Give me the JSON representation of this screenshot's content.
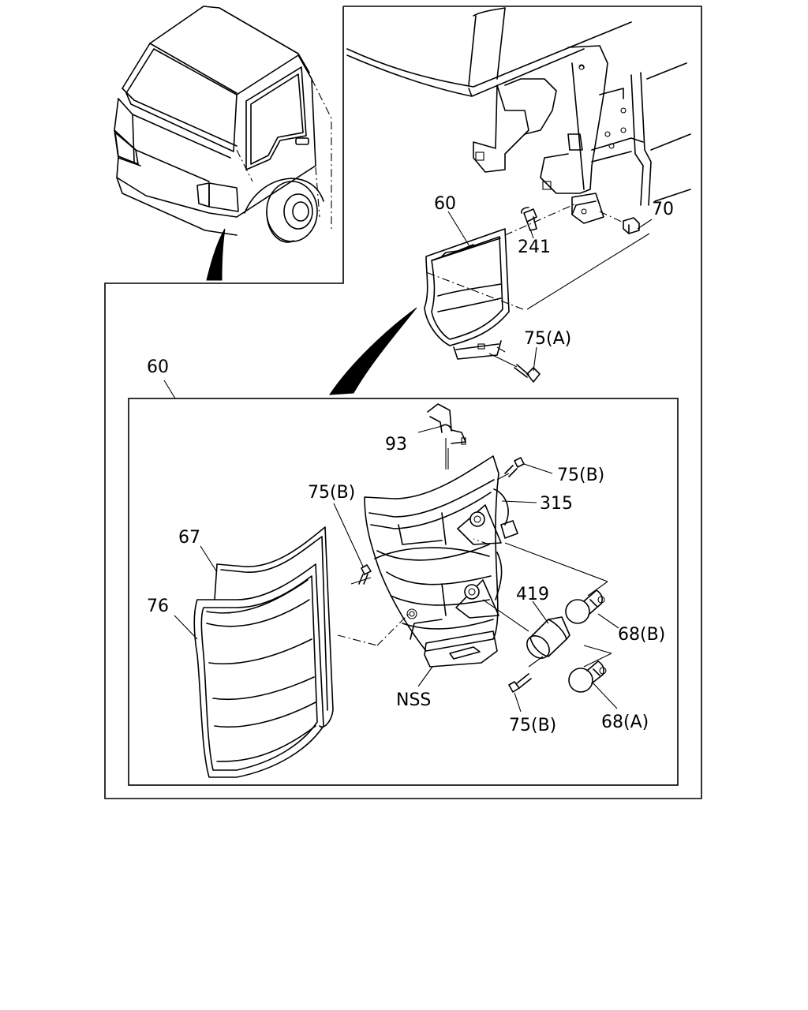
{
  "labels": {
    "p60_top": "60",
    "p241": "241",
    "p70": "70",
    "p75a": "75(A)",
    "p60_assy": "60",
    "p93": "93",
    "p75b_top": "75(B)",
    "p315": "315",
    "p75b_left": "75(B)",
    "p67": "67",
    "p76": "76",
    "p419": "419",
    "p68b": "68(B)",
    "pnss": "NSS",
    "p75b_bottom": "75(B)",
    "p68a": "68(A)"
  },
  "icons": {
    "truck_view": "truck-cab-icon",
    "bulb": "bulb-icon",
    "bolt": "bolt-icon"
  }
}
